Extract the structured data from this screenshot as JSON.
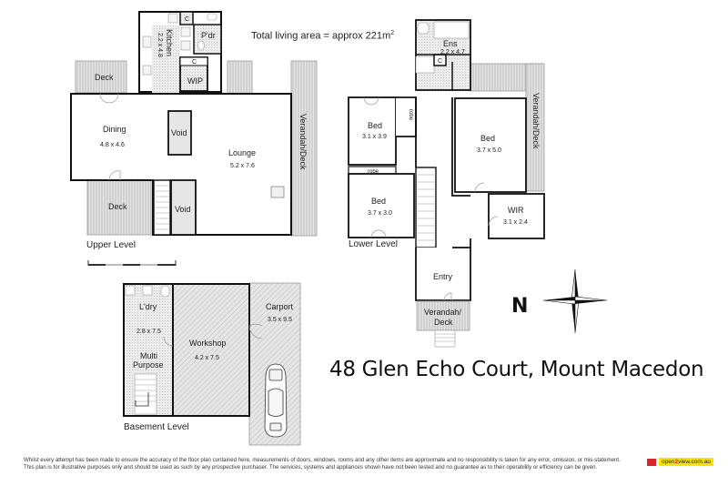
{
  "header": {
    "total_area_text": "Total living area = approx 221m",
    "total_area_sup": "2"
  },
  "upper_level": {
    "label": "Upper Level",
    "rooms": [
      {
        "name": "Kitchen",
        "dims": "2.2 x 4.8"
      },
      {
        "name": "P'dr",
        "dims": ""
      },
      {
        "name": "WIP",
        "dims": ""
      },
      {
        "name": "C",
        "dims": ""
      },
      {
        "name": "C",
        "dims": ""
      },
      {
        "name": "Deck",
        "dims": ""
      },
      {
        "name": "Dining",
        "dims": "4.8 x 4.6"
      },
      {
        "name": "Void",
        "dims": ""
      },
      {
        "name": "Lounge",
        "dims": "5.2 x 7.6"
      },
      {
        "name": "Verandah/Deck",
        "dims": ""
      },
      {
        "name": "Deck",
        "dims": ""
      },
      {
        "name": "Void",
        "dims": ""
      }
    ]
  },
  "lower_level": {
    "label": "Lower Level",
    "rooms": [
      {
        "name": "Ens",
        "dims": "2.2 x 4.7"
      },
      {
        "name": "C",
        "dims": ""
      },
      {
        "name": "Bed",
        "dims": "3.1 x 3.9"
      },
      {
        "name": "robe",
        "dims": ""
      },
      {
        "name": "Bed",
        "dims": "3.7 x 5.0"
      },
      {
        "name": "Verandah/Deck",
        "dims": ""
      },
      {
        "name": "robe",
        "dims": ""
      },
      {
        "name": "Bed",
        "dims": "3.7 x 3.0"
      },
      {
        "name": "WIR",
        "dims": "3.1 x 2.4"
      },
      {
        "name": "Entry",
        "dims": ""
      },
      {
        "name": "Verandah/",
        "dims": "Deck"
      }
    ]
  },
  "basement_level": {
    "label": "Basement Level",
    "rooms": [
      {
        "name": "L'dry",
        "dims": "2.8 x 7.5"
      },
      {
        "name": "Multi",
        "dims": "Purpose"
      },
      {
        "name": "Workshop",
        "dims": "4.2 x 7.5"
      },
      {
        "name": "Carport",
        "dims": "3.5 x 9.5"
      }
    ]
  },
  "compass": {
    "letter": "N"
  },
  "address": "48 Glen Echo Court, Mount Macedon",
  "disclaimer": {
    "line1": "Whilst every attempt has been made to ensure the accuracy of the floor plan contained here, measurements of doors, windows, rooms and any other items are approximate and no responsibility is taken for any error, omission, or mis-statement.",
    "line2": "This plan is for illustrative purposes only and should be used as such by any prospective purchaser. The services, systems and appliances shown have not been tested and no guarantee as to their operability or efficiency can be given."
  },
  "branding": {
    "logo_pre": "open",
    "logo_two": "2",
    "logo_post": "view.com.au"
  },
  "colors": {
    "wall": "#111111",
    "deck_fill": "#d6d6d6",
    "tile_fill": "#e6e6e6",
    "brand_yellow": "#f5e400",
    "brand_red": "#d8262c"
  }
}
